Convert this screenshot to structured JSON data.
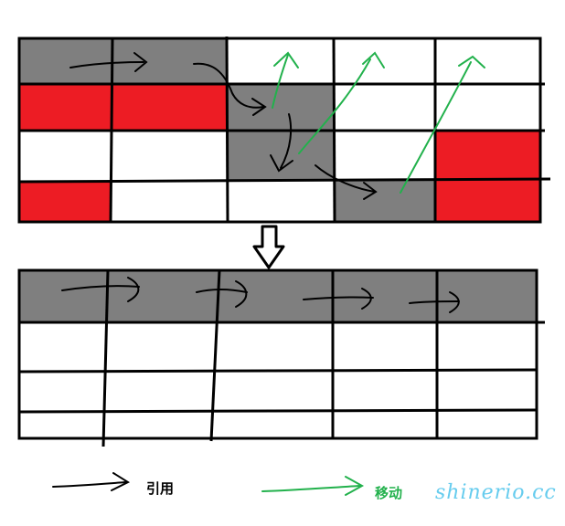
{
  "colors": {
    "stroke": "#000000",
    "gray": "#7f7f7f",
    "red": "#ed1c24",
    "green": "#22b14c",
    "white": "#ffffff",
    "watermark": "#66ccee"
  },
  "top_grid": {
    "rows": 4,
    "cols": 5,
    "fills": [
      [
        "gray",
        "gray",
        "white",
        "white",
        "white"
      ],
      [
        "red",
        "red",
        "gray",
        "white",
        "white"
      ],
      [
        "white",
        "white",
        "gray",
        "white",
        "red"
      ],
      [
        "red",
        "white",
        "white",
        "gray",
        "red"
      ]
    ]
  },
  "bottom_grid": {
    "rows": 4,
    "cols": 5,
    "fills": [
      [
        "gray",
        "gray",
        "gray",
        "gray",
        "gray"
      ],
      [
        "white",
        "white",
        "white",
        "white",
        "white"
      ],
      [
        "white",
        "white",
        "white",
        "white",
        "white"
      ],
      [
        "white",
        "white",
        "white",
        "white",
        "white"
      ]
    ]
  },
  "legend": {
    "reference_label": "引用",
    "move_label": "移动"
  },
  "watermark": "shinerio.cc",
  "icons": {
    "transition_arrow": "down-arrow-icon"
  }
}
